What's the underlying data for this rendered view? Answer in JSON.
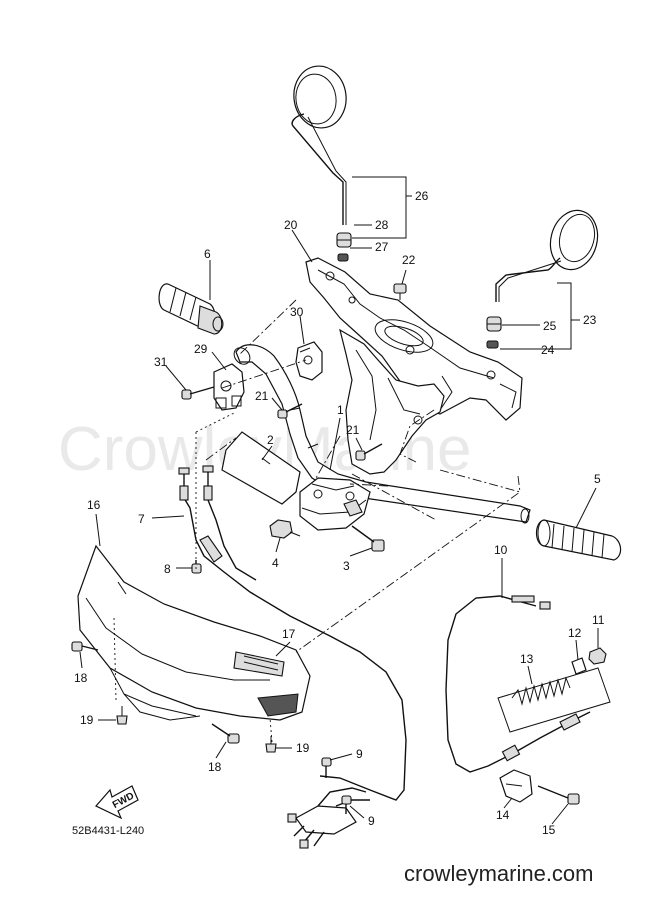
{
  "watermark": "CrowleyMarine",
  "footer_url": "crowleymarine.com",
  "ref_code": "52B4431-L240",
  "fwd_label": "FWD",
  "labels": {
    "l1": "1",
    "l2": "2",
    "l3": "3",
    "l4": "4",
    "l5": "5",
    "l6": "6",
    "l7": "7",
    "l8": "8",
    "l9a": "9",
    "l9b": "9",
    "l10": "10",
    "l11": "11",
    "l12": "12",
    "l13": "13",
    "l14": "14",
    "l15": "15",
    "l16": "16",
    "l17": "17",
    "l18a": "18",
    "l18b": "18",
    "l19a": "19",
    "l19b": "19",
    "l20": "20",
    "l21a": "21",
    "l21b": "21",
    "l22": "22",
    "l23": "23",
    "l24": "24",
    "l25": "25",
    "l26": "26",
    "l27": "27",
    "l28": "28",
    "l29": "29",
    "l30": "30",
    "l31": "31"
  }
}
